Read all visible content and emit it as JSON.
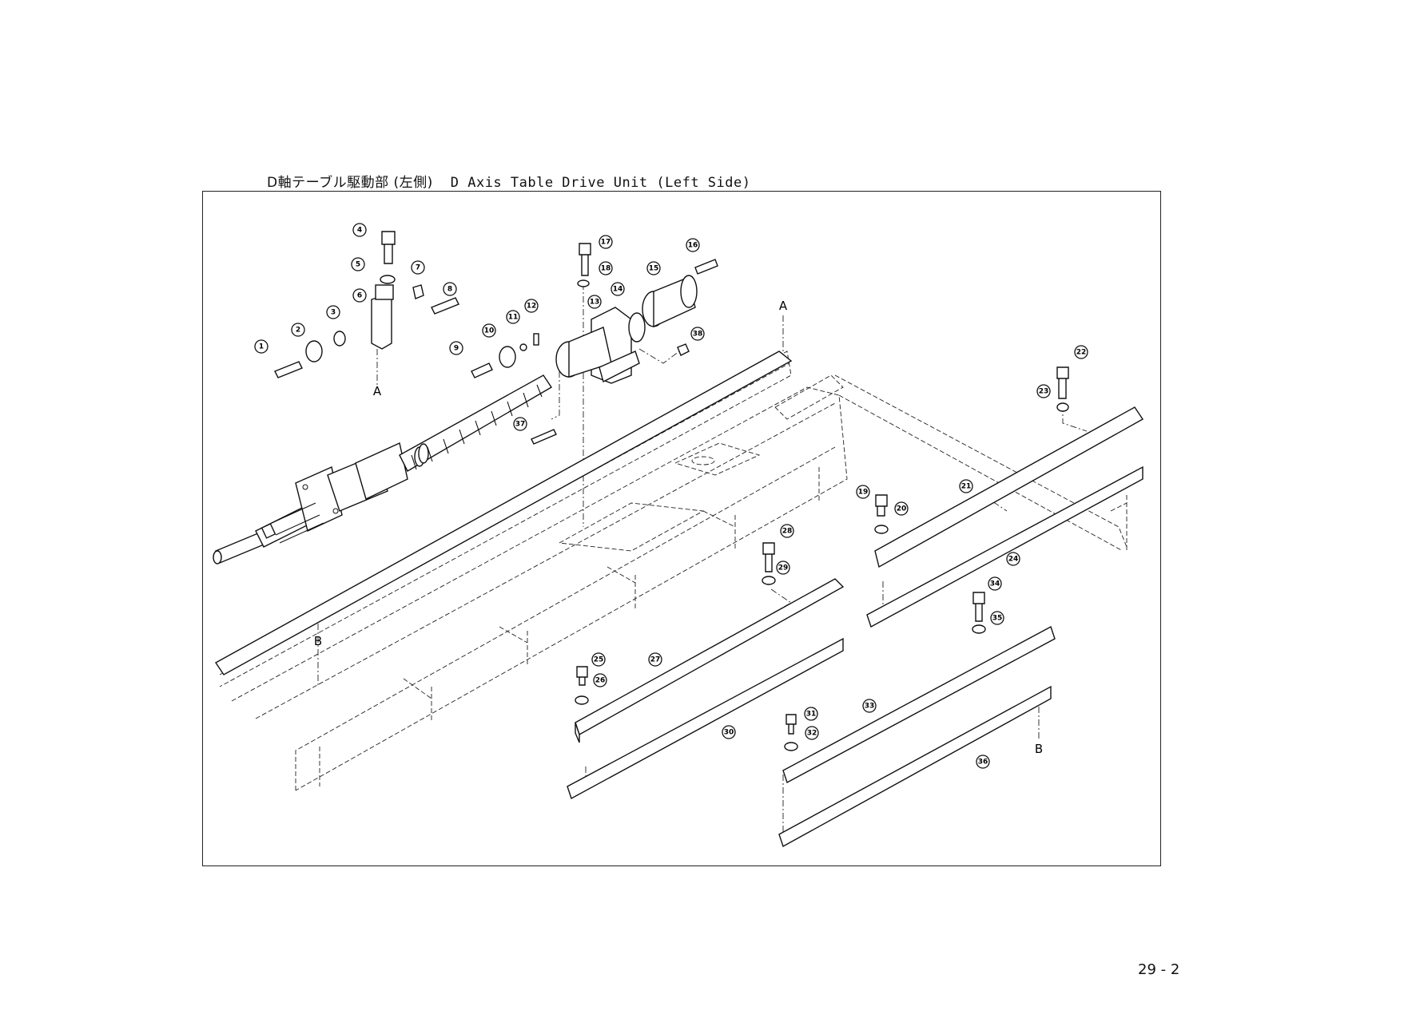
{
  "header": {
    "title_jp": "D軸テーブル駆動部 (左側)",
    "title_en": "D Axis Table Drive Unit (Left Side)"
  },
  "page_number": "29 - 2",
  "reference_marks": {
    "a_top": "A",
    "a_left": "A",
    "b_left": "B",
    "b_right": "B"
  },
  "callouts": [
    "1",
    "2",
    "3",
    "4",
    "5",
    "6",
    "7",
    "8",
    "9",
    "10",
    "11",
    "12",
    "13",
    "14",
    "15",
    "16",
    "17",
    "18",
    "19",
    "20",
    "21",
    "22",
    "23",
    "24",
    "25",
    "26",
    "27",
    "28",
    "29",
    "30",
    "31",
    "32",
    "33",
    "34",
    "35",
    "36",
    "37",
    "38"
  ]
}
